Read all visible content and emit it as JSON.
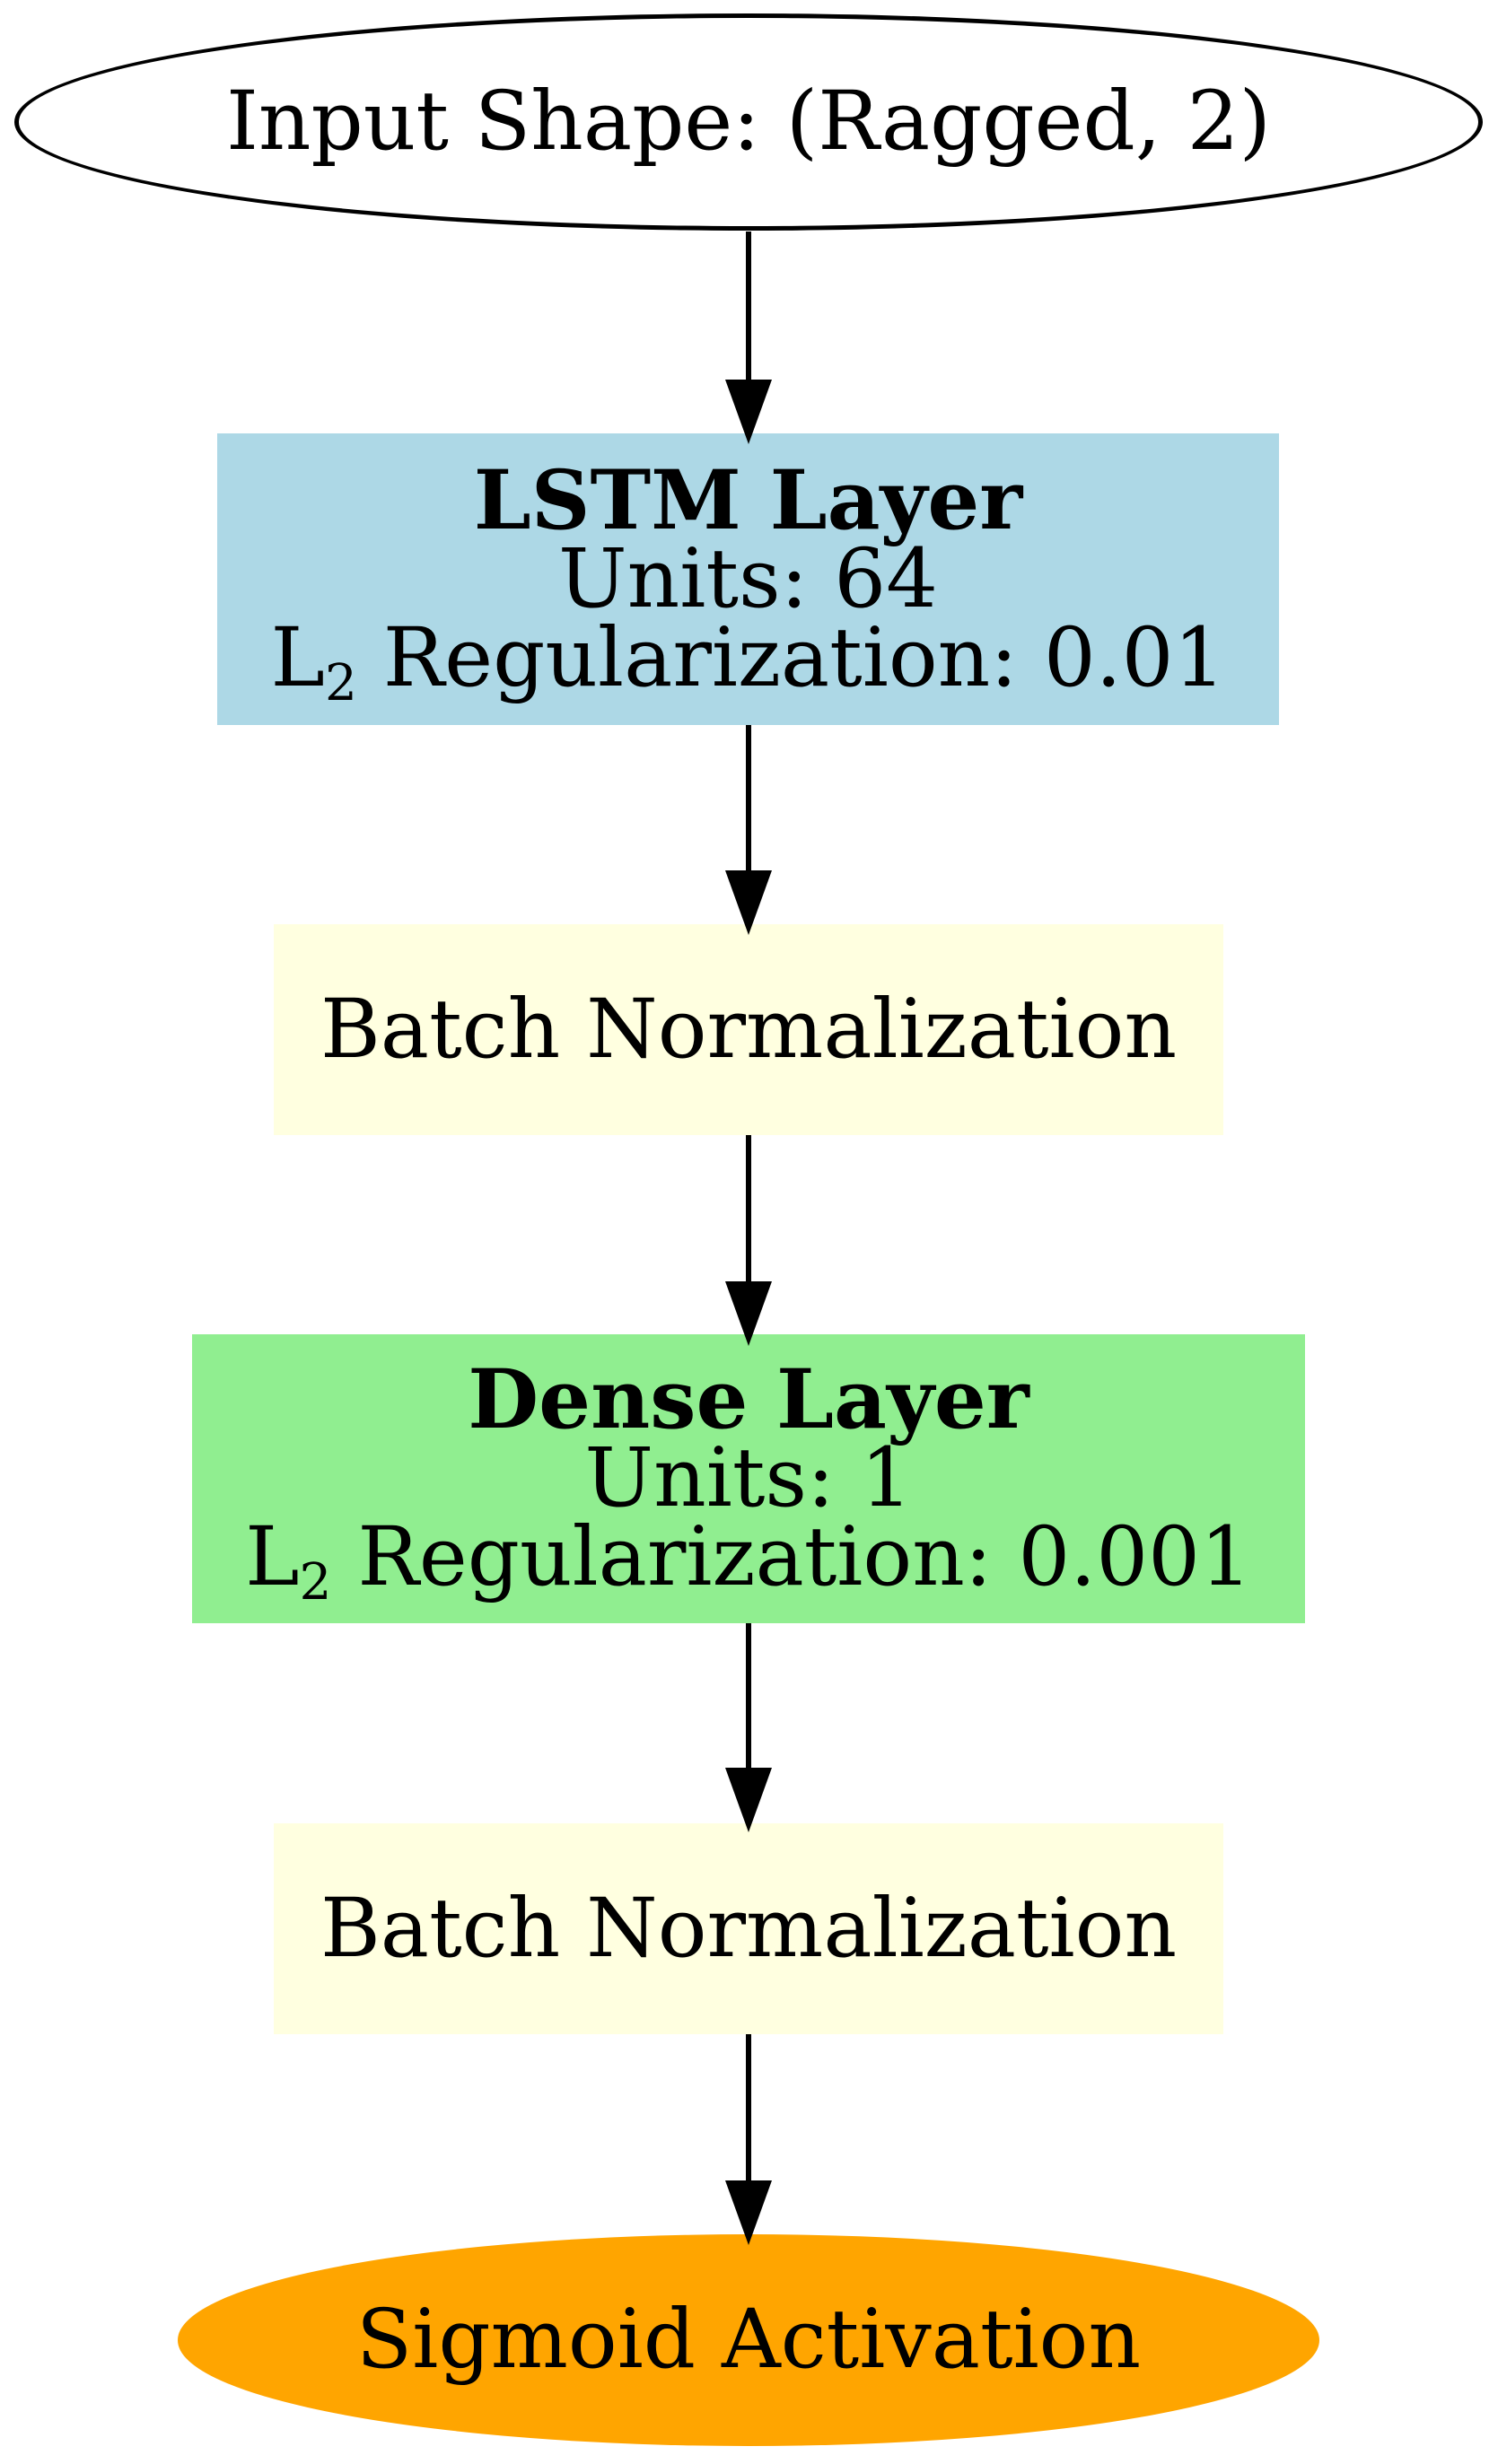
{
  "nodes": {
    "input": {
      "label": "Input Shape: (Ragged, 2)"
    },
    "lstm": {
      "title": "LSTM Layer",
      "units": "Units: 64",
      "regularization": {
        "base": "L",
        "sub": "2",
        "rest": " Regularization: 0.01"
      }
    },
    "batch_norm_1": {
      "label": "Batch Normalization"
    },
    "dense": {
      "title": "Dense Layer",
      "units": "Units: 1",
      "regularization": {
        "base": "L",
        "sub": "2",
        "rest": " Regularization: 0.001"
      }
    },
    "batch_norm_2": {
      "label": "Batch Normalization"
    },
    "output": {
      "label": "Sigmoid Activation"
    }
  },
  "colors": {
    "background": "#FFFFFF",
    "input_fill": "#FFFFFF",
    "input_border": "#000000",
    "lstm_fill": "#ADD8E6",
    "batch_norm_fill": "#FFFFE0",
    "dense_fill": "#90EE90",
    "output_fill": "#FFA500",
    "edge": "#000000",
    "text": "#000000"
  }
}
